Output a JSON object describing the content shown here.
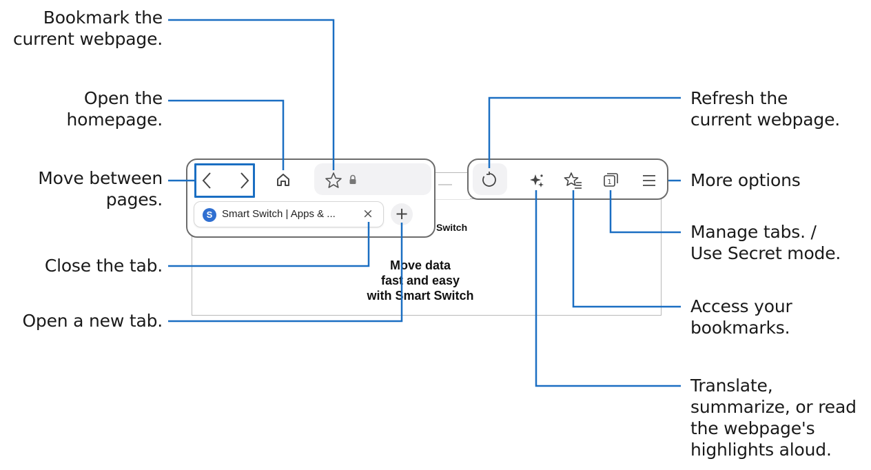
{
  "callouts": {
    "bookmark": [
      "Bookmark the",
      "current webpage."
    ],
    "homepage": [
      "Open the",
      "homepage."
    ],
    "move": [
      "Move between",
      "pages."
    ],
    "close_tab": [
      "Close the tab."
    ],
    "new_tab": [
      "Open a new tab."
    ],
    "refresh": [
      "Refresh the",
      "current webpage."
    ],
    "more": [
      "More options"
    ],
    "manage_tabs": [
      "Manage tabs. /",
      "Use Secret mode."
    ],
    "bookmarks": [
      "Access your",
      "bookmarks."
    ],
    "translate": [
      "Translate,",
      "summarize, or read",
      "the webpage's",
      "highlights aloud."
    ]
  },
  "browser": {
    "tab_title": "Smart Switch | Apps & ...",
    "tab_favicon_letter": "S",
    "tab_close": "×",
    "new_tab": "+",
    "site_heading": [
      "Move data",
      "fast and easy",
      "with Smart Switch"
    ],
    "site_word": "Switch"
  },
  "icons": [
    "back-icon",
    "forward-icon",
    "home-icon",
    "star-icon",
    "lock-icon",
    "refresh-icon",
    "ai-sparkle-icon",
    "bookmarks-icon",
    "tabs-icon",
    "menu-icon"
  ],
  "colors": {
    "callout_line": "#1a6ec2",
    "panel_border": "#6b6b6b"
  }
}
